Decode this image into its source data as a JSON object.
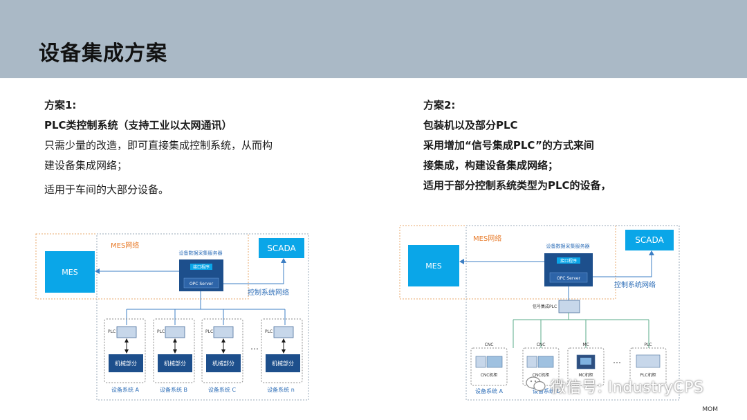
{
  "title": "设备集成方案",
  "left": {
    "heading": "方案1:",
    "line1": "PLC类控制系统（支持工业以太网通讯）",
    "line2": "只需少量的改造，即可直接集成控制系统，从而构",
    "line3": "建设备集成网络；",
    "line4": "适用于车间的大部分设备。"
  },
  "right": {
    "heading": "方案2:",
    "line1": "包装机以及部分PLC",
    "line2": "采用增加“信号集成PLC”的方式来间",
    "line3": "接集成，构建设备集成网络；",
    "line4": "适用于部分控制系统类型为PLC的设备，"
  },
  "diagram1": {
    "mes_network": "MES网络",
    "mes": "MES",
    "scada": "SCADA",
    "server_title": "设备数据采集服务器",
    "interface": "接口程序",
    "opc": "OPC Server",
    "control_network": "控制系统网络",
    "plc": "PLC",
    "machine": "机械部分",
    "ellipsis": "…",
    "systems": [
      "设备系统 A",
      "设备系统 B",
      "设备系统 C",
      "设备系统 n"
    ]
  },
  "diagram2": {
    "mes_network": "MES网络",
    "mes": "MES",
    "scada": "SCADA",
    "server_title": "设备数据采集服务器",
    "interface": "接口程序",
    "opc": "OPC Server",
    "control_network": "控制系统网络",
    "signal_plc": "信号集成PLC",
    "units": [
      {
        "top": "CNC",
        "bottom": "CNC机柜"
      },
      {
        "top": "CNC",
        "bottom": "CNC机柜"
      },
      {
        "top": "MC",
        "bottom": "MC机柜"
      },
      {
        "top": "PLC",
        "bottom": "PLC机柜"
      }
    ],
    "ellipsis": "…",
    "system_a": "设备系统 A",
    "system_b": "设备系统 B"
  },
  "watermark": "微信号: IndustryCPS",
  "footer": "MOM",
  "colors": {
    "header": "#aab9c6",
    "accent_blue": "#0aa6e8",
    "dark_blue": "#1d4f8c",
    "orange": "#e87b2a",
    "text_blue": "#2f6fb8"
  }
}
